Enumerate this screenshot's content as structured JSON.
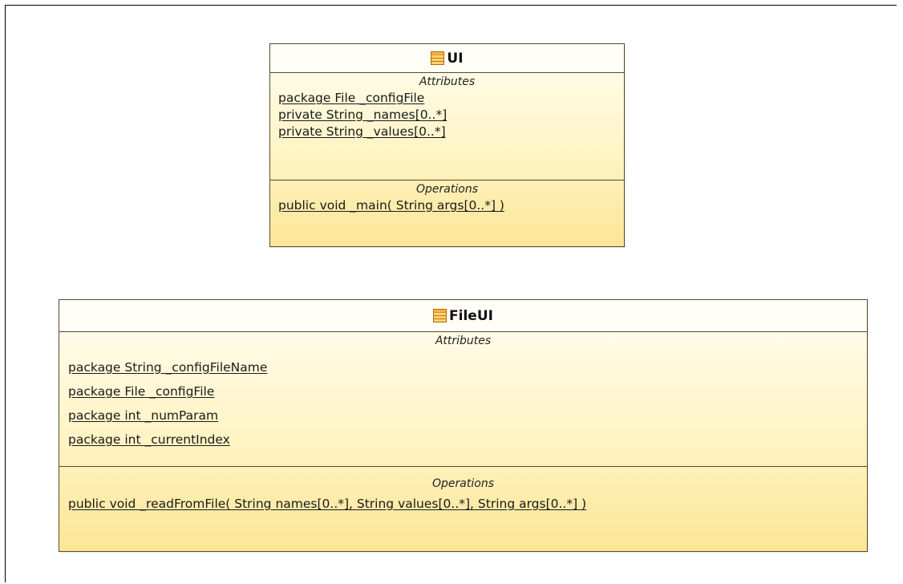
{
  "classes": {
    "ui": {
      "name": "UI",
      "attributes_title": "Attributes",
      "attributes": [
        "package File _configFile",
        "private String _names[0..*]",
        "private String _values[0..*]"
      ],
      "operations_title": "Operations",
      "operations": [
        "public void _main( String args[0..*] )"
      ]
    },
    "fileui": {
      "name": "FileUI",
      "attributes_title": "Attributes",
      "attributes": [
        "package String _configFileName",
        "package File _configFile",
        "package int _numParam",
        "package int _currentIndex"
      ],
      "operations_title": "Operations",
      "operations": [
        "public void _readFromFile( String names[0..*], String values[0..*], String args[0..*] )"
      ]
    }
  },
  "colors": {
    "class_fill_top": "#fffdf2",
    "class_fill_bottom": "#fbe596",
    "class_border": "#5a4a2a",
    "class_icon": "#f7b340"
  },
  "icons": {
    "class_icon": "uml-class-icon"
  }
}
